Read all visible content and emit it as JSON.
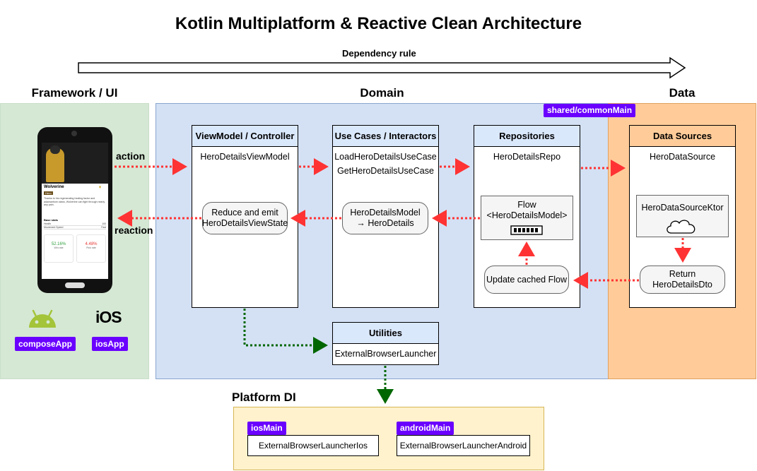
{
  "title": "Kotlin Multiplatform & Reactive Clean Architecture",
  "dependency_rule": "Dependency rule",
  "sections": {
    "framework": "Framework / UI",
    "domain": "Domain",
    "data": "Data",
    "platform_di": "Platform DI"
  },
  "tags": {
    "shared": "shared/commonMain",
    "compose_app": "composeApp",
    "ios_app": "iosApp",
    "ios_main": "iosMain",
    "android_main": "androidMain"
  },
  "arrow_labels": {
    "action": "action",
    "reaction": "reaction"
  },
  "ios_logo_text": "iOS",
  "phone": {
    "hero_name": "Wolverine",
    "badge": "Hero",
    "description": "Thanks to his regenerating healing factor and adamantium claws, Wolverine can fight through nearly any pain.",
    "base_stats": "Base stats",
    "stat_rows": [
      [
        "Health",
        "100"
      ],
      [
        "Movement Speed",
        "Fast"
      ]
    ],
    "cards": [
      {
        "value": "52.16%",
        "label": "Win rate",
        "color": "#2e9e3e"
      },
      {
        "value": "4.48%",
        "label": "Pick rate",
        "color": "#e53935"
      }
    ]
  },
  "columns": {
    "viewmodel": {
      "header": "ViewModel / Controller",
      "item": "HeroDetailsViewModel",
      "pill": [
        "Reduce and emit",
        "HeroDetailsViewState"
      ]
    },
    "usecases": {
      "header": "Use Cases / Interactors",
      "items": [
        "LoadHeroDetailsUseCase",
        "GetHeroDetailsUseCase"
      ],
      "pill": [
        "HeroDetailsModel",
        "→ HeroDetails"
      ]
    },
    "repositories": {
      "header": "Repositories",
      "item": "HeroDetailsRepo",
      "flow": [
        "Flow",
        "<HeroDetailsModel>"
      ],
      "pill": "Update cached Flow"
    },
    "datasources": {
      "header": "Data Sources",
      "item": "HeroDataSource",
      "ktor": "HeroDataSourceKtor",
      "pill": [
        "Return",
        "HeroDetailsDto"
      ]
    },
    "utilities": {
      "header": "Utilities",
      "item": "ExternalBrowserLauncher"
    }
  },
  "platform": {
    "ios_impl": "ExternalBrowserLauncherIos",
    "android_impl": "ExternalBrowserLauncherAndroid"
  },
  "colors": {
    "flow_arrow": "#ff3333",
    "di_arrow": "#006600",
    "tag": "#6a00ff",
    "android_green": "#a4c439"
  }
}
